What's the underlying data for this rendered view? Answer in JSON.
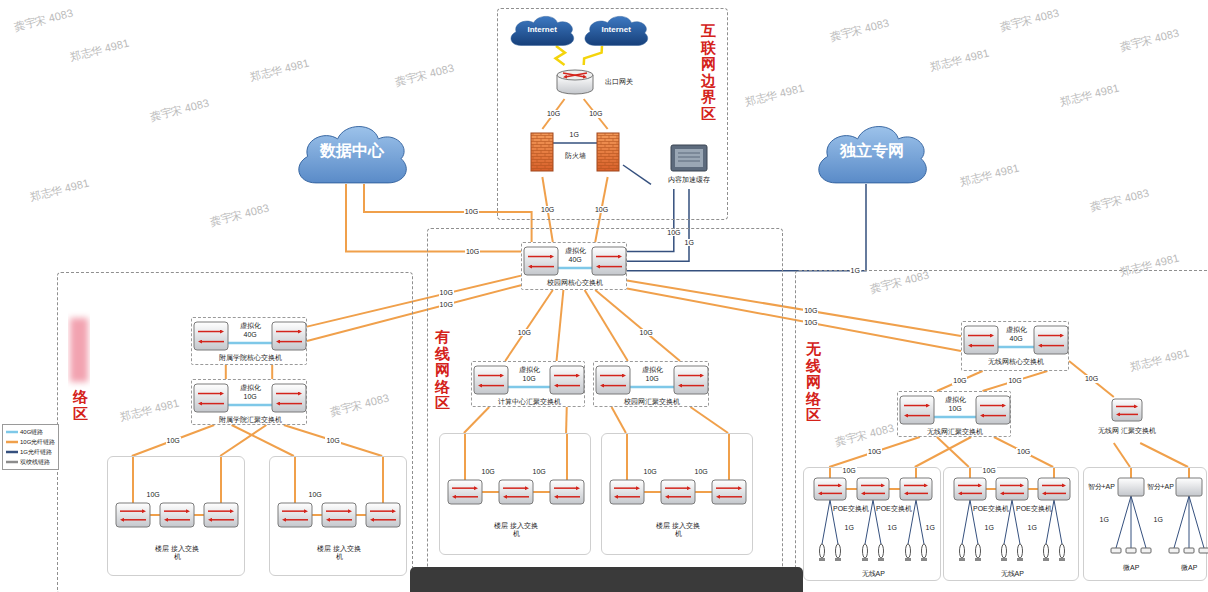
{
  "diagram": {
    "nodes": [
      {
        "text": [
          "互联网边界区"
        ]
      },
      {
        "text": [
          "Internet"
        ],
        "in": 0
      },
      {
        "text": [
          "Internet"
        ],
        "in": 0
      },
      {
        "text": [
          "出口网关"
        ],
        "in": 0
      },
      {
        "text": [
          "防火墙"
        ],
        "in": 0
      },
      {
        "text": [
          "内容加速缓存"
        ],
        "in": 0
      },
      {
        "text": [
          "数据中心"
        ]
      },
      {
        "text": [
          "独立专网"
        ]
      },
      {
        "text": [
          "有线网络区"
        ]
      },
      {
        "text": [
          "虚拟化",
          "40G",
          "校园网核心交换机"
        ],
        "in": 8
      },
      {
        "text": [
          "虚拟化",
          "10G",
          "计算中心汇聚交换机"
        ],
        "in": 8
      },
      {
        "text": [
          "虚拟化",
          "10G",
          "校园网汇聚交换机"
        ],
        "in": 8
      },
      {
        "text": [
          "楼层 接入交换机"
        ],
        "in": 8
      },
      {
        "text": [
          "楼层 接入交换机"
        ],
        "in": 8
      },
      {
        "text": [
          "络区"
        ]
      },
      {
        "text": [
          "虚拟化",
          "40G",
          "附属学院核心交换机"
        ],
        "in": 14
      },
      {
        "text": [
          "虚拟化",
          "10G",
          "附属学院汇聚交换机"
        ],
        "in": 14
      },
      {
        "text": [
          "楼层 接入交换机"
        ],
        "in": 14
      },
      {
        "text": [
          "楼层 接入交换机"
        ],
        "in": 14
      },
      {
        "text": [
          "无线网络区"
        ]
      },
      {
        "text": [
          "虚拟化",
          "40G",
          "无线网核心交换机"
        ],
        "in": 19
      },
      {
        "text": [
          "虚拟化",
          "10G",
          "无线网汇聚交换机"
        ],
        "in": 19
      },
      {
        "text": [
          "无线网 汇聚交换机"
        ],
        "in": 19
      },
      {
        "text": [
          "POE交换机",
          "POE交换机",
          "无线AP"
        ],
        "in": 19
      },
      {
        "text": [
          "POE交换机",
          "POE交换机",
          "无线AP"
        ],
        "in": 19
      },
      {
        "text": [
          "智分+AP",
          "智分+AP",
          "微AP",
          "微AP"
        ],
        "in": 19
      }
    ],
    "edges": [
      {
        "from": 1,
        "to": 3,
        "arrow": "none"
      },
      {
        "from": 2,
        "to": 3,
        "arrow": "none"
      },
      {
        "from": 3,
        "to": 4,
        "label": "10G",
        "arrow": "none"
      },
      {
        "from": 3,
        "to": 4,
        "label": "10G",
        "arrow": "none"
      },
      {
        "from": 4,
        "to": 9,
        "label": "10G",
        "arrow": "none"
      },
      {
        "from": 4,
        "to": 9,
        "label": "10G",
        "arrow": "none"
      },
      {
        "from": 5,
        "to": 9,
        "label": "10G",
        "arrow": "none"
      },
      {
        "from": 5,
        "to": 9,
        "label": "1G",
        "arrow": "none"
      },
      {
        "from": 6,
        "to": 9,
        "label": "10G",
        "arrow": "none"
      },
      {
        "from": 6,
        "to": 9,
        "label": "10G",
        "arrow": "none"
      },
      {
        "from": 7,
        "to": 9,
        "label": "1G",
        "arrow": "none"
      },
      {
        "from": 9,
        "to": 15,
        "label": "10G",
        "arrow": "none"
      },
      {
        "from": 9,
        "to": 15,
        "label": "10G",
        "arrow": "none"
      },
      {
        "from": 9,
        "to": 10,
        "label": "10G",
        "arrow": "none"
      },
      {
        "from": 9,
        "to": 10,
        "arrow": "none"
      },
      {
        "from": 9,
        "to": 11,
        "arrow": "none"
      },
      {
        "from": 9,
        "to": 11,
        "label": "10G",
        "arrow": "none"
      },
      {
        "from": 9,
        "to": 20,
        "label": "10G",
        "arrow": "none"
      },
      {
        "from": 9,
        "to": 20,
        "label": "10G",
        "arrow": "none"
      },
      {
        "from": 15,
        "to": 16,
        "arrow": "none"
      },
      {
        "from": 15,
        "to": 16,
        "arrow": "none"
      },
      {
        "from": 16,
        "to": 17,
        "label": "10G",
        "arrow": "none"
      },
      {
        "from": 16,
        "to": 18,
        "arrow": "none"
      },
      {
        "from": 16,
        "to": 17,
        "arrow": "none"
      },
      {
        "from": 16,
        "to": 18,
        "label": "10G",
        "arrow": "none"
      },
      {
        "from": 10,
        "to": 12,
        "arrow": "none"
      },
      {
        "from": 10,
        "to": 12,
        "arrow": "none"
      },
      {
        "from": 11,
        "to": 13,
        "arrow": "none"
      },
      {
        "from": 11,
        "to": 13,
        "arrow": "none"
      },
      {
        "from": 20,
        "to": 21,
        "label": "10G",
        "arrow": "none"
      },
      {
        "from": 20,
        "to": 21,
        "label": "10G",
        "arrow": "none"
      },
      {
        "from": 20,
        "to": 22,
        "label": "10G",
        "arrow": "none"
      },
      {
        "from": 21,
        "to": 23,
        "label": "10G",
        "arrow": "none"
      },
      {
        "from": 21,
        "to": 24,
        "label": "10G",
        "arrow": "none"
      },
      {
        "from": 21,
        "to": 24,
        "arrow": "none"
      },
      {
        "from": 21,
        "to": 23,
        "arrow": "none"
      },
      {
        "from": 22,
        "to": 25,
        "arrow": "none"
      },
      {
        "from": 22,
        "to": 25,
        "arrow": "none"
      },
      {
        "from": 4,
        "to": 5,
        "arrow": "none"
      }
    ],
    "labels": [
      "1G",
      "10G",
      "10G",
      "10G",
      "10G",
      "10G",
      "10G",
      "10G",
      "1G",
      "1G",
      "1G",
      "10G",
      "1G",
      "1G",
      "1G",
      "1G",
      "龚宇宋 4083",
      "郑志华 4981",
      "龚宇宋 4083",
      "郑志华 4981",
      "龚宇宋 4083",
      "郑志华 4981",
      "龚宇宋 4083",
      "郑志华 4981",
      "龚宇宋 4083",
      "郑志华 4981",
      "龚宇宋 4083",
      "郑志华 4981",
      "龚宇宋 4083",
      "郑志华 4981",
      "龚宇宋 4083",
      "郑志华 4981",
      "龚宇宋 4083",
      "郑志华 4981",
      "龚宇宋 4083",
      "郑志华 4981",
      "龚宇宋 4083"
    ],
    "legend": [
      {
        "text": "40G链路",
        "color": "#7ec8e8"
      },
      {
        "text": "10G光纤链路",
        "color": "#f0a04b"
      },
      {
        "text": "1G光纤链路",
        "color": "#35507e"
      },
      {
        "text": "双绞线链路",
        "color": "#8c8c8c"
      }
    ]
  }
}
